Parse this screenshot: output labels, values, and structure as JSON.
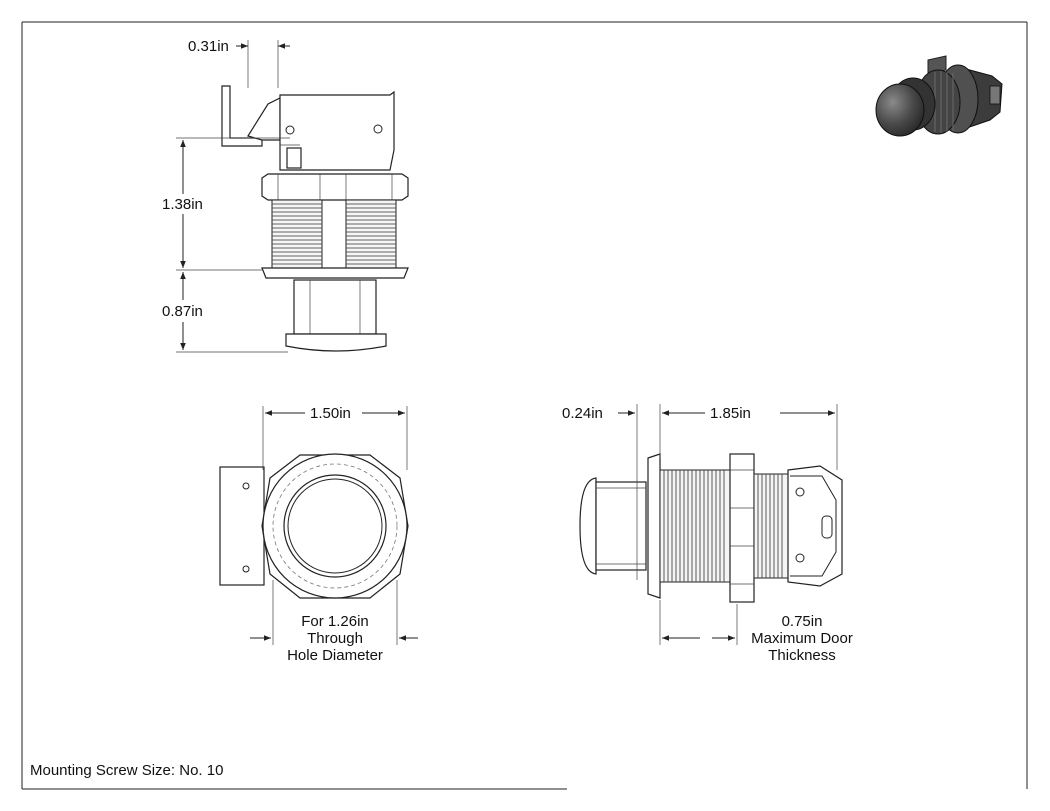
{
  "dimensions": {
    "top_offset": "0.31in",
    "body_height": "1.38in",
    "button_height": "0.87in",
    "front_width": "1.50in",
    "button_projection": "0.24in",
    "side_length": "1.85in",
    "hole_line1": "For 1.26in",
    "hole_line2": "Through",
    "hole_line3": "Hole Diameter",
    "door_line1": "0.75in",
    "door_line2": "Maximum Door",
    "door_line3": "Thickness"
  },
  "footer": {
    "screw_note": "Mounting Screw Size: No. 10"
  }
}
